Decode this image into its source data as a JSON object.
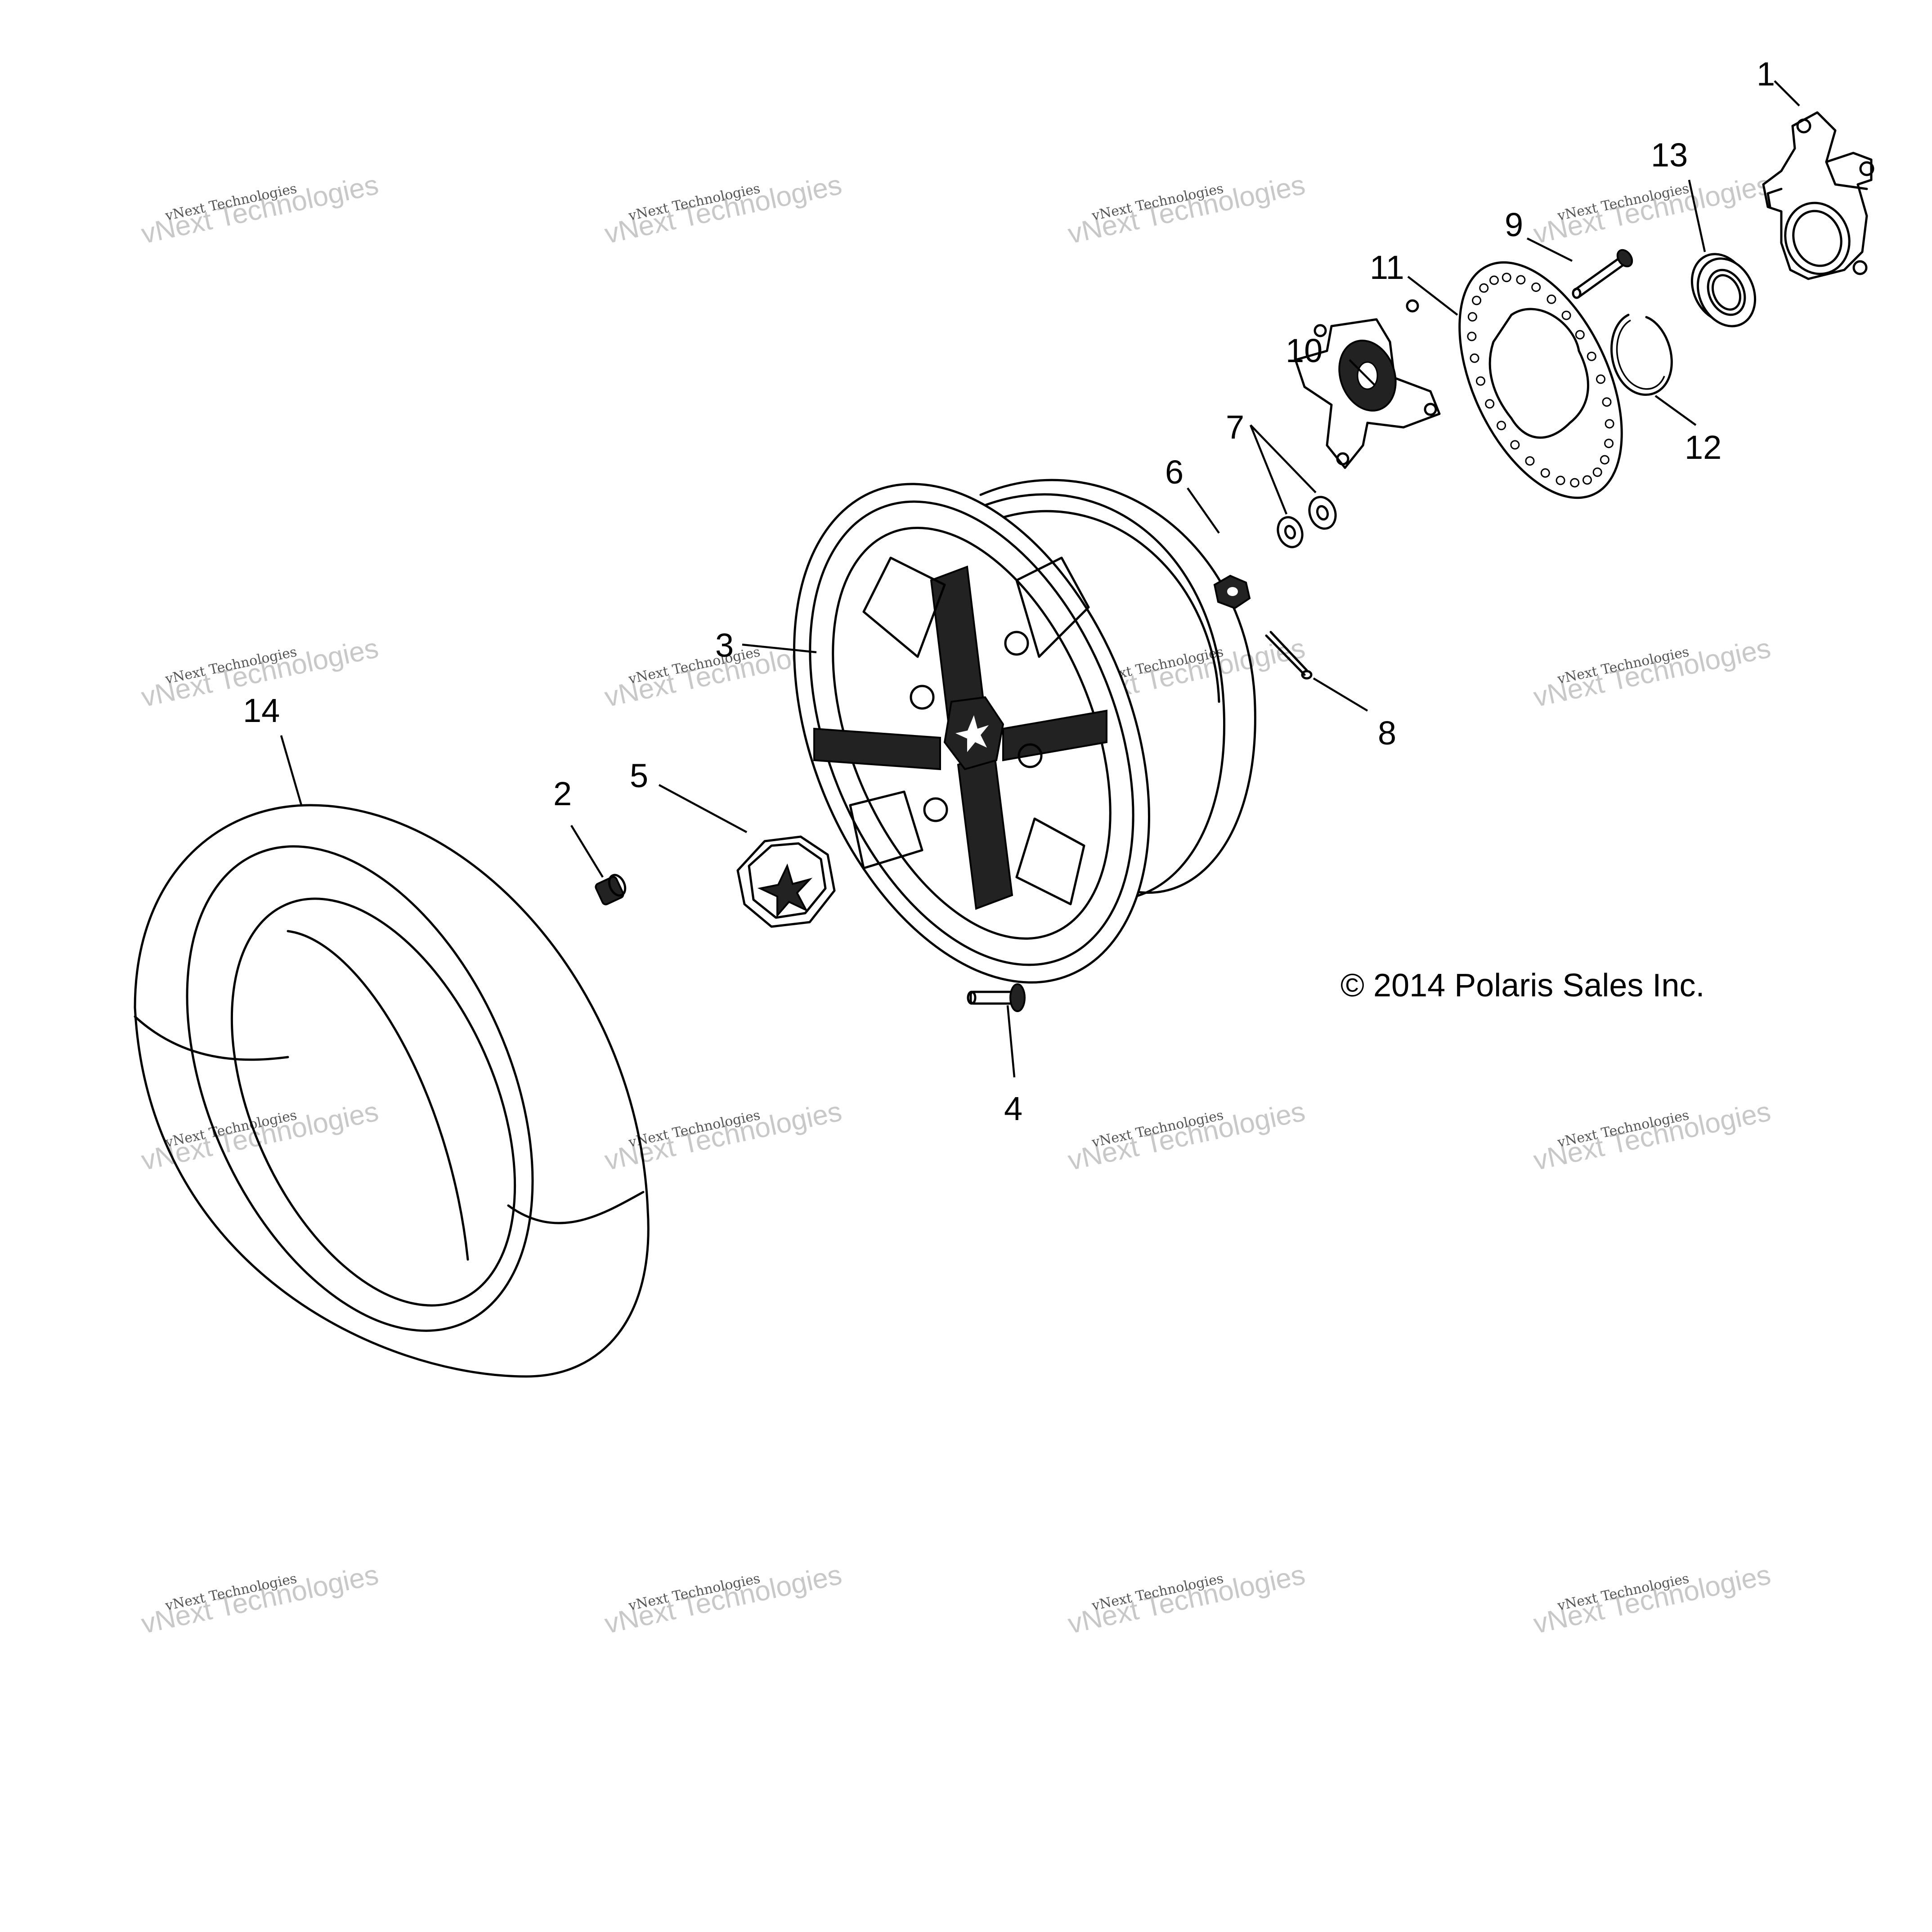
{
  "copyright": "© 2014 Polaris Sales Inc.",
  "watermark": {
    "line1": "vNext Technologies",
    "line2": "vNext Technologies"
  },
  "callouts": [
    "1",
    "2",
    "3",
    "4",
    "5",
    "6",
    "7",
    "8",
    "9",
    "10",
    "11",
    "12",
    "13",
    "14"
  ],
  "parts": [
    {
      "callout": "1",
      "icon": "steering-knuckle"
    },
    {
      "callout": "2",
      "icon": "lug-nut"
    },
    {
      "callout": "3",
      "icon": "wheel-rim"
    },
    {
      "callout": "4",
      "icon": "wheel-stud"
    },
    {
      "callout": "5",
      "icon": "center-cap"
    },
    {
      "callout": "6",
      "icon": "castle-nut"
    },
    {
      "callout": "7",
      "icon": "washers"
    },
    {
      "callout": "8",
      "icon": "cotter-pin"
    },
    {
      "callout": "9",
      "icon": "bolt"
    },
    {
      "callout": "10",
      "icon": "wheel-hub"
    },
    {
      "callout": "11",
      "icon": "brake-disc"
    },
    {
      "callout": "12",
      "icon": "retaining-ring"
    },
    {
      "callout": "13",
      "icon": "bearing"
    },
    {
      "callout": "14",
      "icon": "tire"
    }
  ]
}
